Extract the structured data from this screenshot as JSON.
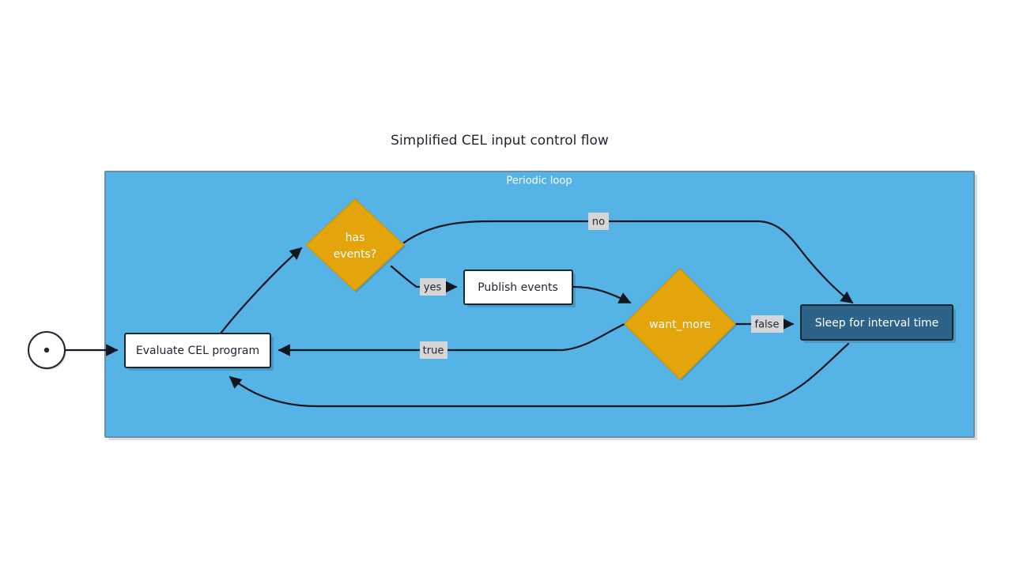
{
  "diagram": {
    "title": "Simplified CEL input control flow",
    "type": "flowchart",
    "colors": {
      "cluster_fill": "#55b3e6",
      "cluster_border": "#6d8ea6",
      "decision_fill": "#e3a40c",
      "decision_border": "#cf960a",
      "process_fill": "#ffffff",
      "process_border": "#202632",
      "sleep_fill": "#2e6389",
      "edge_stroke": "#11161f",
      "edge_label_bg": "#d6d6d6",
      "page_bg": "#ffffff"
    },
    "cluster": {
      "label": "Periodic loop"
    },
    "nodes": {
      "start": {
        "label": "",
        "shape": "start-circle"
      },
      "evaluate": {
        "label": "Evaluate CEL program",
        "shape": "rect"
      },
      "has_events": {
        "label_line1": "has",
        "label_line2": "events?",
        "shape": "diamond"
      },
      "publish": {
        "label": "Publish events",
        "shape": "rect"
      },
      "want_more": {
        "label": "want_more",
        "shape": "diamond"
      },
      "sleep": {
        "label": "Sleep for interval time",
        "shape": "rect"
      }
    },
    "edges": [
      {
        "id": "start-to-evaluate",
        "from": "start",
        "to": "evaluate",
        "label": ""
      },
      {
        "id": "evaluate-to-has-events",
        "from": "evaluate",
        "to": "has_events",
        "label": ""
      },
      {
        "id": "has-events-no-to-sleep",
        "from": "has_events",
        "to": "sleep",
        "label": "no"
      },
      {
        "id": "has-events-yes-to-publish",
        "from": "has_events",
        "to": "publish",
        "label": "yes"
      },
      {
        "id": "publish-to-want-more",
        "from": "publish",
        "to": "want_more",
        "label": ""
      },
      {
        "id": "want-more-false-to-sleep",
        "from": "want_more",
        "to": "sleep",
        "label": "false"
      },
      {
        "id": "want-more-true-to-evaluate",
        "from": "want_more",
        "to": "evaluate",
        "label": "true"
      },
      {
        "id": "sleep-to-evaluate",
        "from": "sleep",
        "to": "evaluate",
        "label": ""
      }
    ]
  }
}
